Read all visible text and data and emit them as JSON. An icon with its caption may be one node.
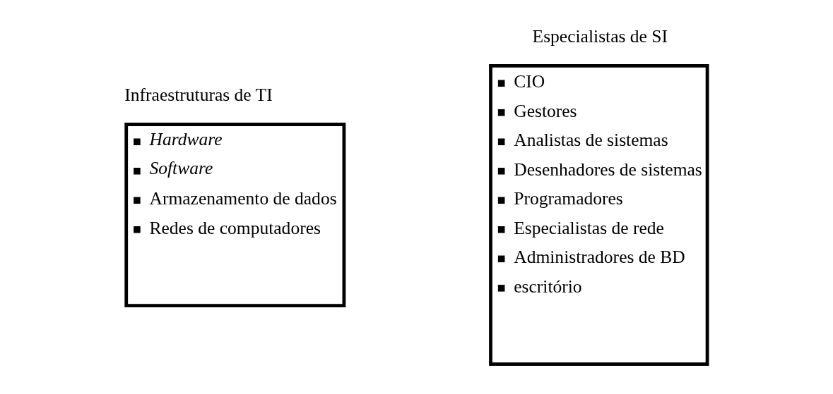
{
  "diagram": {
    "nodes": [
      {
        "text": [
          "Infraestruturas de TI",
          "*Hardware*",
          "*Software*",
          "Armazenamento de dados",
          "Redes de computadores"
        ]
      },
      {
        "text": [
          "Especialistas de SI",
          "CIO",
          "Gestores",
          "Analistas de sistemas",
          "Desenhadores de sistemas",
          "Programadores",
          "Especialistas de rede",
          "Administradores de BD",
          "escritório"
        ]
      }
    ]
  }
}
